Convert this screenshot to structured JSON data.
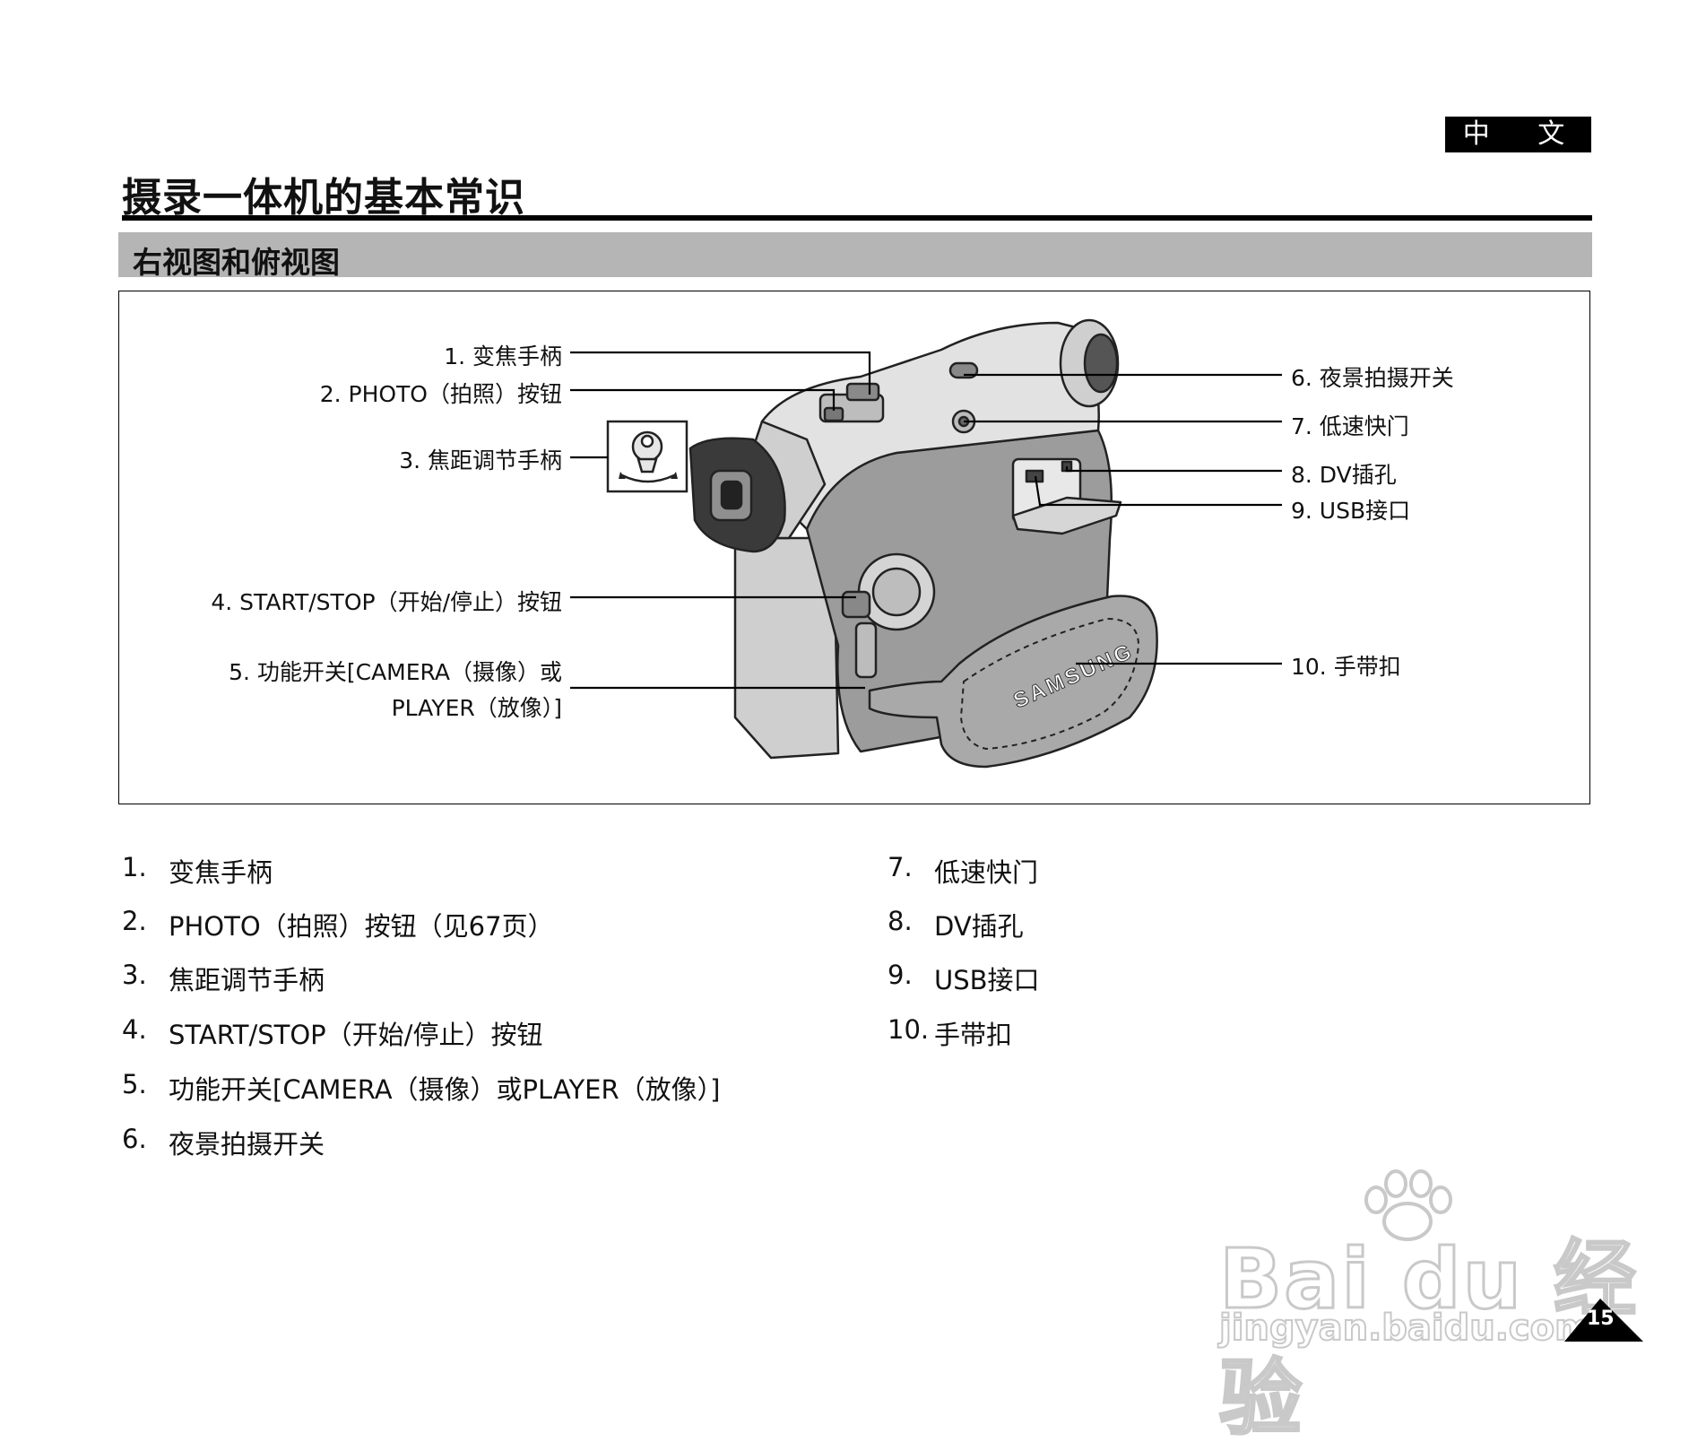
{
  "header": {
    "lang_badge": "中 文",
    "page_title": "摄录一体机的基本常识",
    "section_title": "右视图和俯视图"
  },
  "callouts": {
    "c1": "1. 变焦手柄",
    "c2": "2. PHOTO（拍照）按钮",
    "c3": "3. 焦距调节手柄",
    "c4": "4. START/STOP（开始/停止）按钮",
    "c5a": "5. 功能开关[CAMERA（摄像）或",
    "c5b": "PLAYER（放像）]",
    "c6": "6. 夜景拍摄开关",
    "c7": "7. 低速快门",
    "c8": "8. DV插孔",
    "c9": "9. USB接口",
    "c10": "10. 手带扣"
  },
  "camera_brand": "SAMSUNG",
  "list_left": [
    {
      "num": "1.",
      "text": "变焦手柄"
    },
    {
      "num": "2.",
      "text": "PHOTO（拍照）按钮（见67页）"
    },
    {
      "num": "3.",
      "text": "焦距调节手柄"
    },
    {
      "num": "4.",
      "text": "START/STOP（开始/停止）按钮"
    },
    {
      "num": "5.",
      "text": "功能开关[CAMERA（摄像）或PLAYER（放像）]"
    },
    {
      "num": "6.",
      "text": "夜景拍摄开关"
    }
  ],
  "list_right": [
    {
      "num": "7.",
      "text": "低速快门"
    },
    {
      "num": "8.",
      "text": "DV插孔"
    },
    {
      "num": "9.",
      "text": "USB接口"
    },
    {
      "num": "10.",
      "text": "手带扣"
    }
  ],
  "watermark": {
    "line1": "Bai du 经验",
    "line2": "jingyan.baidu.com"
  },
  "page_number": "15"
}
